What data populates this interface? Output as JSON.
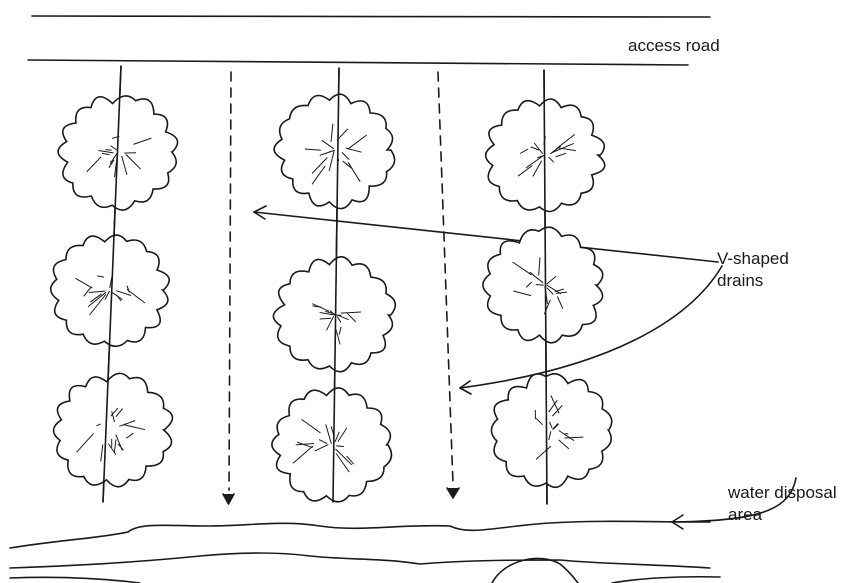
{
  "labels": {
    "access_road": "access road",
    "drains_line1": "V-shaped",
    "drains_line2": "drains",
    "water_line1": "water disposal",
    "water_line2": "area"
  },
  "colors": {
    "ink": "#1a1a1a",
    "background": "#ffffff"
  },
  "diagram": {
    "tree_rows": 3,
    "trees_per_row": 3,
    "drain_count": 2,
    "drain_style": "dashed",
    "drain_arrowheads": "down"
  }
}
